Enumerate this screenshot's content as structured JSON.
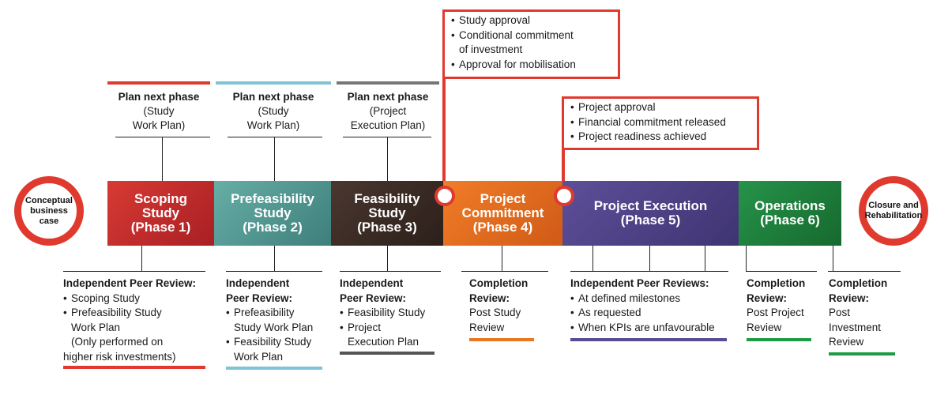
{
  "colors": {
    "red": "#e03a2f",
    "teal": "#7ec4d6",
    "grey": "#777777",
    "orange": "#e87722",
    "purple": "#5a4c93",
    "green": "#1f9b45",
    "phase1": "#c62a2d",
    "phase2": "#4f9892",
    "phase3": "#3a2a24",
    "phase4": "#e06a1e",
    "phase5": "#4e4284",
    "phase6": "#1e7f3a"
  },
  "start_circle": "Conceptual business case",
  "end_circle": "Closure and Rehabilitation",
  "plans": [
    {
      "title": "Plan next phase",
      "line2": "(Study",
      "line3": "Work Plan)"
    },
    {
      "title": "Plan next phase",
      "line2": "(Study",
      "line3": "Work Plan)"
    },
    {
      "title": "Plan next phase",
      "line2": "(Project",
      "line3": "Execution Plan)"
    }
  ],
  "phases": [
    {
      "label": "Scoping\nStudy\n(Phase 1)"
    },
    {
      "label": "Prefeasibility\nStudy\n(Phase 2)"
    },
    {
      "label": "Feasibility\nStudy\n(Phase 3)"
    },
    {
      "label": "Project\nCommitment\n(Phase 4)"
    },
    {
      "label": "Project Execution\n(Phase 5)"
    },
    {
      "label": "Operations\n(Phase 6)"
    }
  ],
  "gate1": {
    "items": [
      "Study approval",
      "Conditional commitment\nof investment",
      "Approval for mobilisation"
    ]
  },
  "gate2": {
    "items": [
      "Project approval",
      "Financial commitment released",
      "Project readiness achieved"
    ]
  },
  "reviews": {
    "r1": {
      "heading": "Independent Peer Review:",
      "items": [
        "Scoping Study",
        "Prefeasibility Study\nWork Plan\n(Only performed on"
      ],
      "tail": "higher risk investments)"
    },
    "r2": {
      "heading": "Independent\nPeer Review:",
      "items": [
        "Prefeasibility\nStudy Work Plan",
        "Feasibility Study\nWork Plan"
      ]
    },
    "r3": {
      "heading": "Independent\nPeer Review:",
      "items": [
        "Feasibility Study",
        "Project\nExecution Plan"
      ]
    },
    "r4": {
      "heading": "Completion\nReview:",
      "body": "Post Study\nReview"
    },
    "r5": {
      "heading": "Independent Peer Reviews:",
      "items": [
        "At defined milestones",
        "As requested",
        "When KPIs are unfavourable"
      ]
    },
    "r6": {
      "heading": "Completion\nReview:",
      "body": "Post Project\nReview"
    },
    "r7": {
      "heading": "Completion\nReview:",
      "body": "Post\nInvestment\nReview"
    }
  }
}
